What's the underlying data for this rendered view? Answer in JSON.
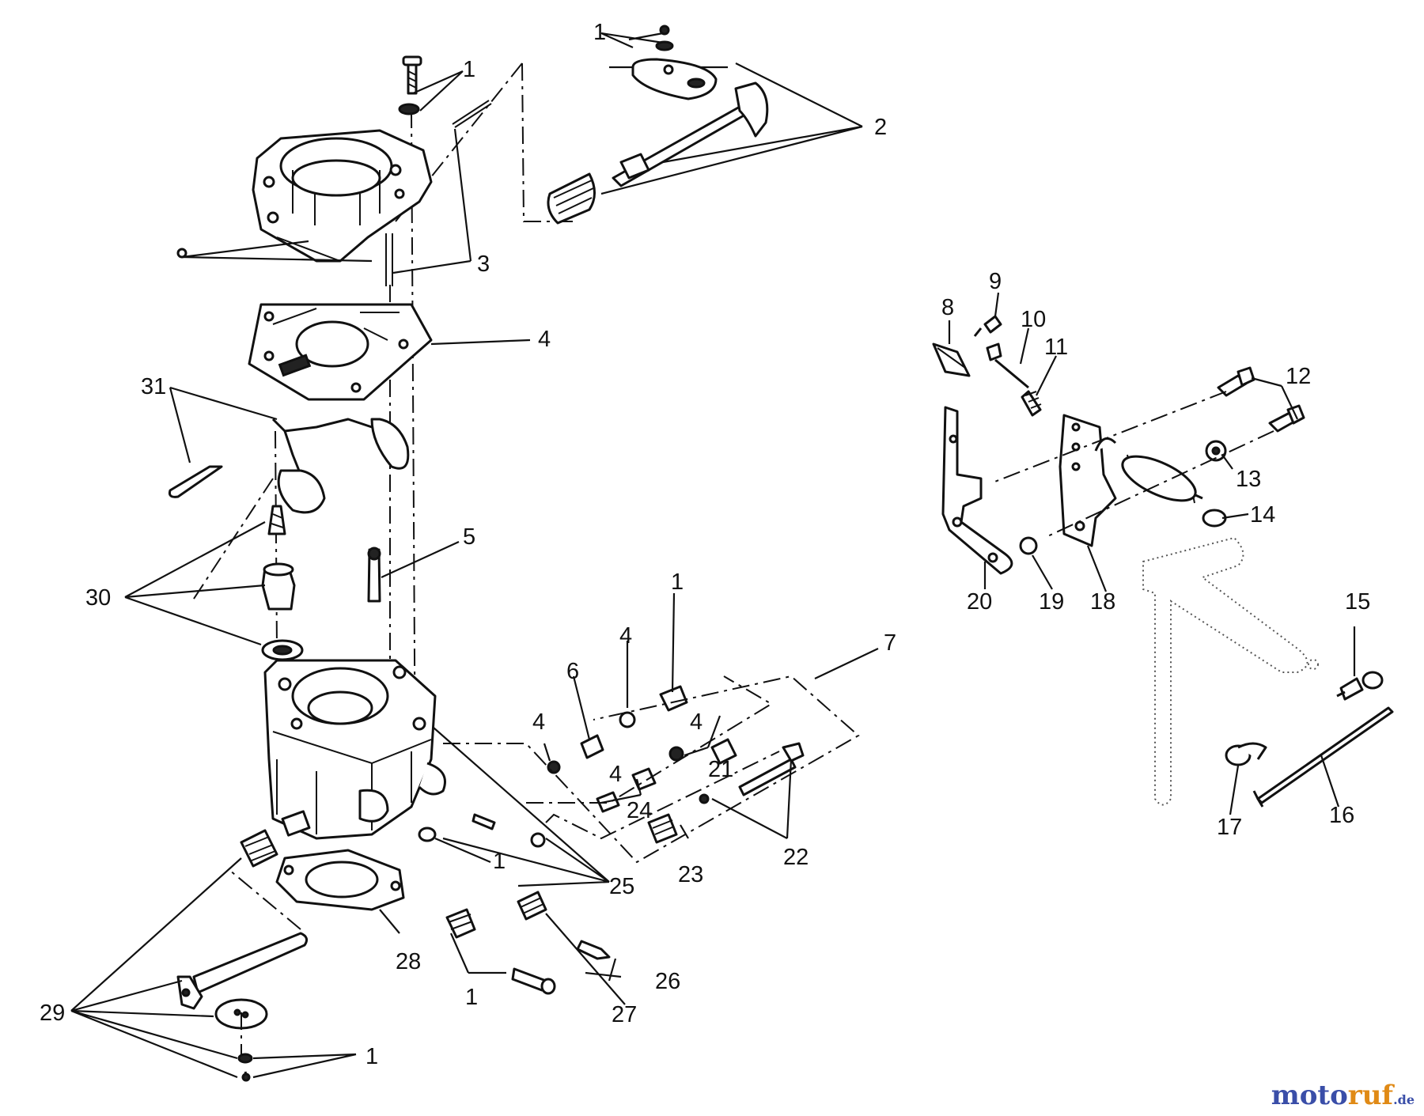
{
  "labels": {
    "l1a": "1",
    "l1b": "1",
    "l1c": "1",
    "l1d": "1",
    "l1e": "1",
    "l1f": "1",
    "l2": "2",
    "l3": "3",
    "l4a": "4",
    "l4b": "4",
    "l4c": "4",
    "l4d": "4",
    "l4e": "4",
    "l5": "5",
    "l6": "6",
    "l7": "7",
    "l8": "8",
    "l9": "9",
    "l10": "10",
    "l11": "11",
    "l12": "12",
    "l13": "13",
    "l14": "14",
    "l15": "15",
    "l16": "16",
    "l17": "17",
    "l18": "18",
    "l19": "19",
    "l20": "20",
    "l21": "21",
    "l22": "22",
    "l23": "23",
    "l24": "24",
    "l25": "25",
    "l26": "26",
    "l27": "27",
    "l28": "28",
    "l29": "29",
    "l30": "30",
    "l31": "31"
  },
  "watermark": {
    "part1": "motoruf",
    "part2": ".de"
  },
  "colors": {
    "ink": "#111111",
    "watermark_blue": "#3a4ea8",
    "watermark_orange": "#e08a16"
  }
}
